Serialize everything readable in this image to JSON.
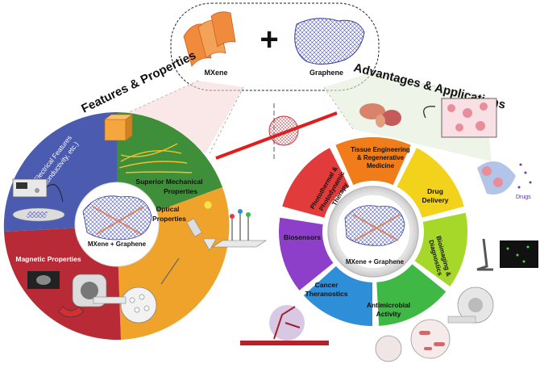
{
  "top": {
    "mxene_label": "MXene",
    "plus_symbol": "+",
    "graphene_label": "Graphene"
  },
  "left": {
    "heading": "Features & Properties",
    "center_label": "MXene + Graphene",
    "segments": {
      "electrical_line1": "Electrical Features",
      "electrical_line2": "(conductivity, etc.)",
      "mechanical_line1": "Superior Mechanical",
      "mechanical_line2": "Properties",
      "optical_line1": "Optical",
      "optical_line2": "Properties",
      "magnetic": "Magnetic Properties"
    }
  },
  "right": {
    "heading": "Advantages & Applications",
    "center_label": "MXene + Graphene",
    "drugs_label": "Drugs",
    "segments": {
      "biosensors": "Biosensors",
      "photothermal_line1": "Photothermal &",
      "photothermal_line2": "Photodynamic",
      "photothermal_line3": "Therapy",
      "tissue_line1": "Tissue Engineering",
      "tissue_line2": "& Regenerative",
      "tissue_line3": "Medicine",
      "drug_line1": "Drug",
      "drug_line2": "Delivery",
      "bioimaging_line1": "Bioimaging &",
      "bioimaging_line2": "Diagnostics",
      "antimicrobial_line1": "Antimicrobial",
      "antimicrobial_line2": "Activity",
      "cancer_line1": "Cancer",
      "cancer_line2": "Theranostics"
    }
  },
  "colors": {
    "electrical": "#4a5bb0",
    "mechanical": "#3f8f3a",
    "optical": "#f0a32a",
    "magnetic": "#b82a35",
    "biosensors": "#e23b3b",
    "photothermal": "#f07d1a",
    "tissue": "#f2d21b",
    "drug": "#a6d82a",
    "bioimaging": "#3fb845",
    "antimicrobial": "#2f8ed8",
    "cancer": "#8e3fc9"
  }
}
